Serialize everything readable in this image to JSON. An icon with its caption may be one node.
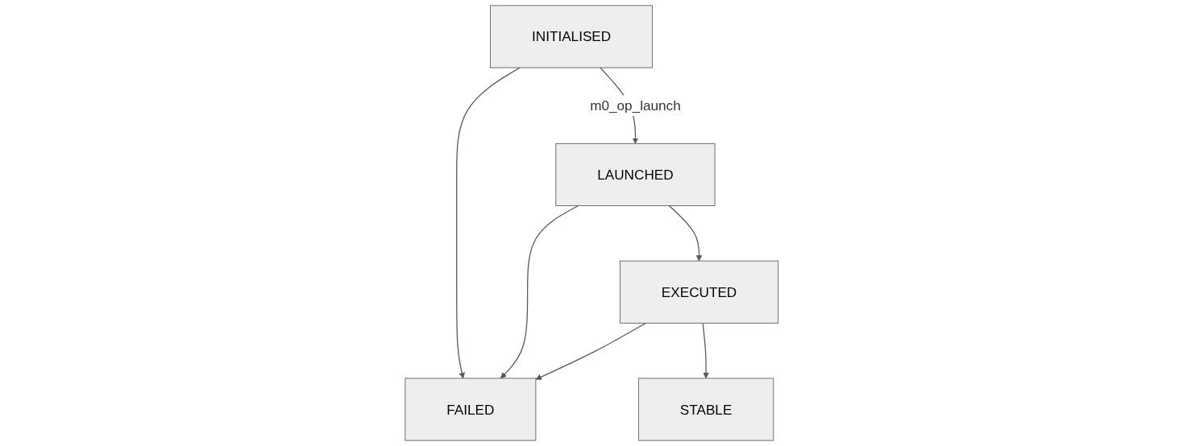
{
  "diagram": {
    "nodes": [
      {
        "text": [
          "INITIALISED"
        ]
      },
      {
        "text": [
          "LAUNCHED"
        ]
      },
      {
        "text": [
          "FAILED"
        ]
      },
      {
        "text": [
          "EXECUTED"
        ]
      },
      {
        "text": [
          "STABLE"
        ]
      }
    ],
    "edges": [
      {
        "from": 0,
        "to": 1,
        "arrow": "to",
        "label": "m0_op_launch"
      },
      {
        "from": 0,
        "to": 2,
        "arrow": "to"
      },
      {
        "from": 1,
        "to": 2,
        "arrow": "to"
      },
      {
        "from": 1,
        "to": 3,
        "arrow": "to"
      },
      {
        "from": 3,
        "to": 2,
        "arrow": "to"
      },
      {
        "from": 3,
        "to": 4,
        "arrow": "to"
      }
    ]
  }
}
